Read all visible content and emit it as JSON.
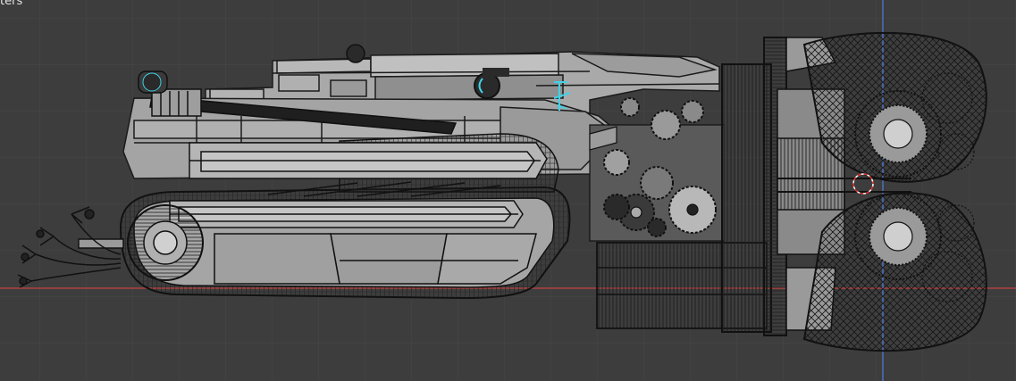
{
  "viewport": {
    "corner_label": "ters",
    "background": "#3d3d3d",
    "grid_color": "#474747",
    "x_axis_color": "#b04040",
    "y_axis_color": "#4a70c0",
    "mesh_fill": "#a6a6a6",
    "mesh_dark": "#1e1e1e",
    "selection_color": "#3fd3e8"
  },
  "objects": [
    "tank-hull",
    "track-assembly",
    "gun-barrel",
    "gear-cluster",
    "drill-cylinder",
    "spiral-drill-heads",
    "claw-arms"
  ],
  "cursor": {
    "name": "3d-cursor",
    "color": "#e03030"
  }
}
